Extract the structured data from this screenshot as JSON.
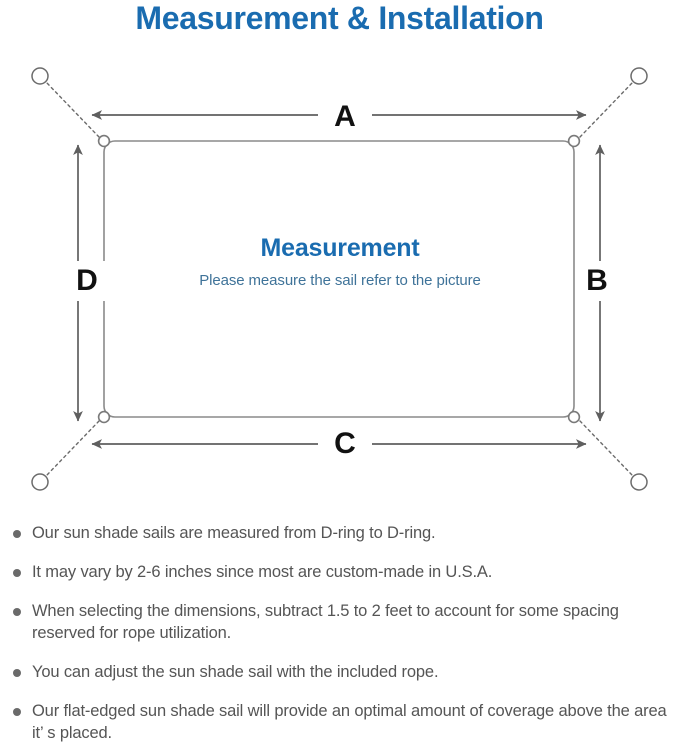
{
  "page": {
    "title": "Measurement & Installation",
    "title_color": "#1a6cb0",
    "background_color": "#ffffff"
  },
  "diagram": {
    "name": "sun-shade-sail-measurement-diagram",
    "center_heading": "Measurement",
    "center_subtext": "Please measure the sail refer to the picture",
    "heading_color": "#1a6cb0",
    "subtext_color": "#3f7399",
    "line_color": "#666666",
    "sail_outline_color": "#808080",
    "dimension_labels": [
      {
        "id": "A",
        "label": "A",
        "edge": "top"
      },
      {
        "id": "B",
        "label": "B",
        "edge": "right"
      },
      {
        "id": "C",
        "label": "C",
        "edge": "bottom"
      },
      {
        "id": "D",
        "label": "D",
        "edge": "left"
      }
    ],
    "corners": [
      {
        "id": "top-left",
        "d_ring": true,
        "anchor_point": true
      },
      {
        "id": "top-right",
        "d_ring": true,
        "anchor_point": true
      },
      {
        "id": "bottom-right",
        "d_ring": true,
        "anchor_point": true
      },
      {
        "id": "bottom-left",
        "d_ring": true,
        "anchor_point": true
      }
    ]
  },
  "notes": {
    "bullet_color": "#6a6a6a",
    "text_color": "#555555",
    "items": [
      "Our sun shade sails are measured from D-ring to D-ring.",
      "It may vary by 2-6 inches since most are custom-made in U.S.A.",
      "When selecting the dimensions, subtract 1.5 to 2 feet to account for some spacing reserved for rope utilization.",
      "You can adjust the sun shade sail with the included rope.",
      "Our flat-edged sun shade sail will provide an optimal amount of coverage above the area it’ s placed."
    ]
  }
}
